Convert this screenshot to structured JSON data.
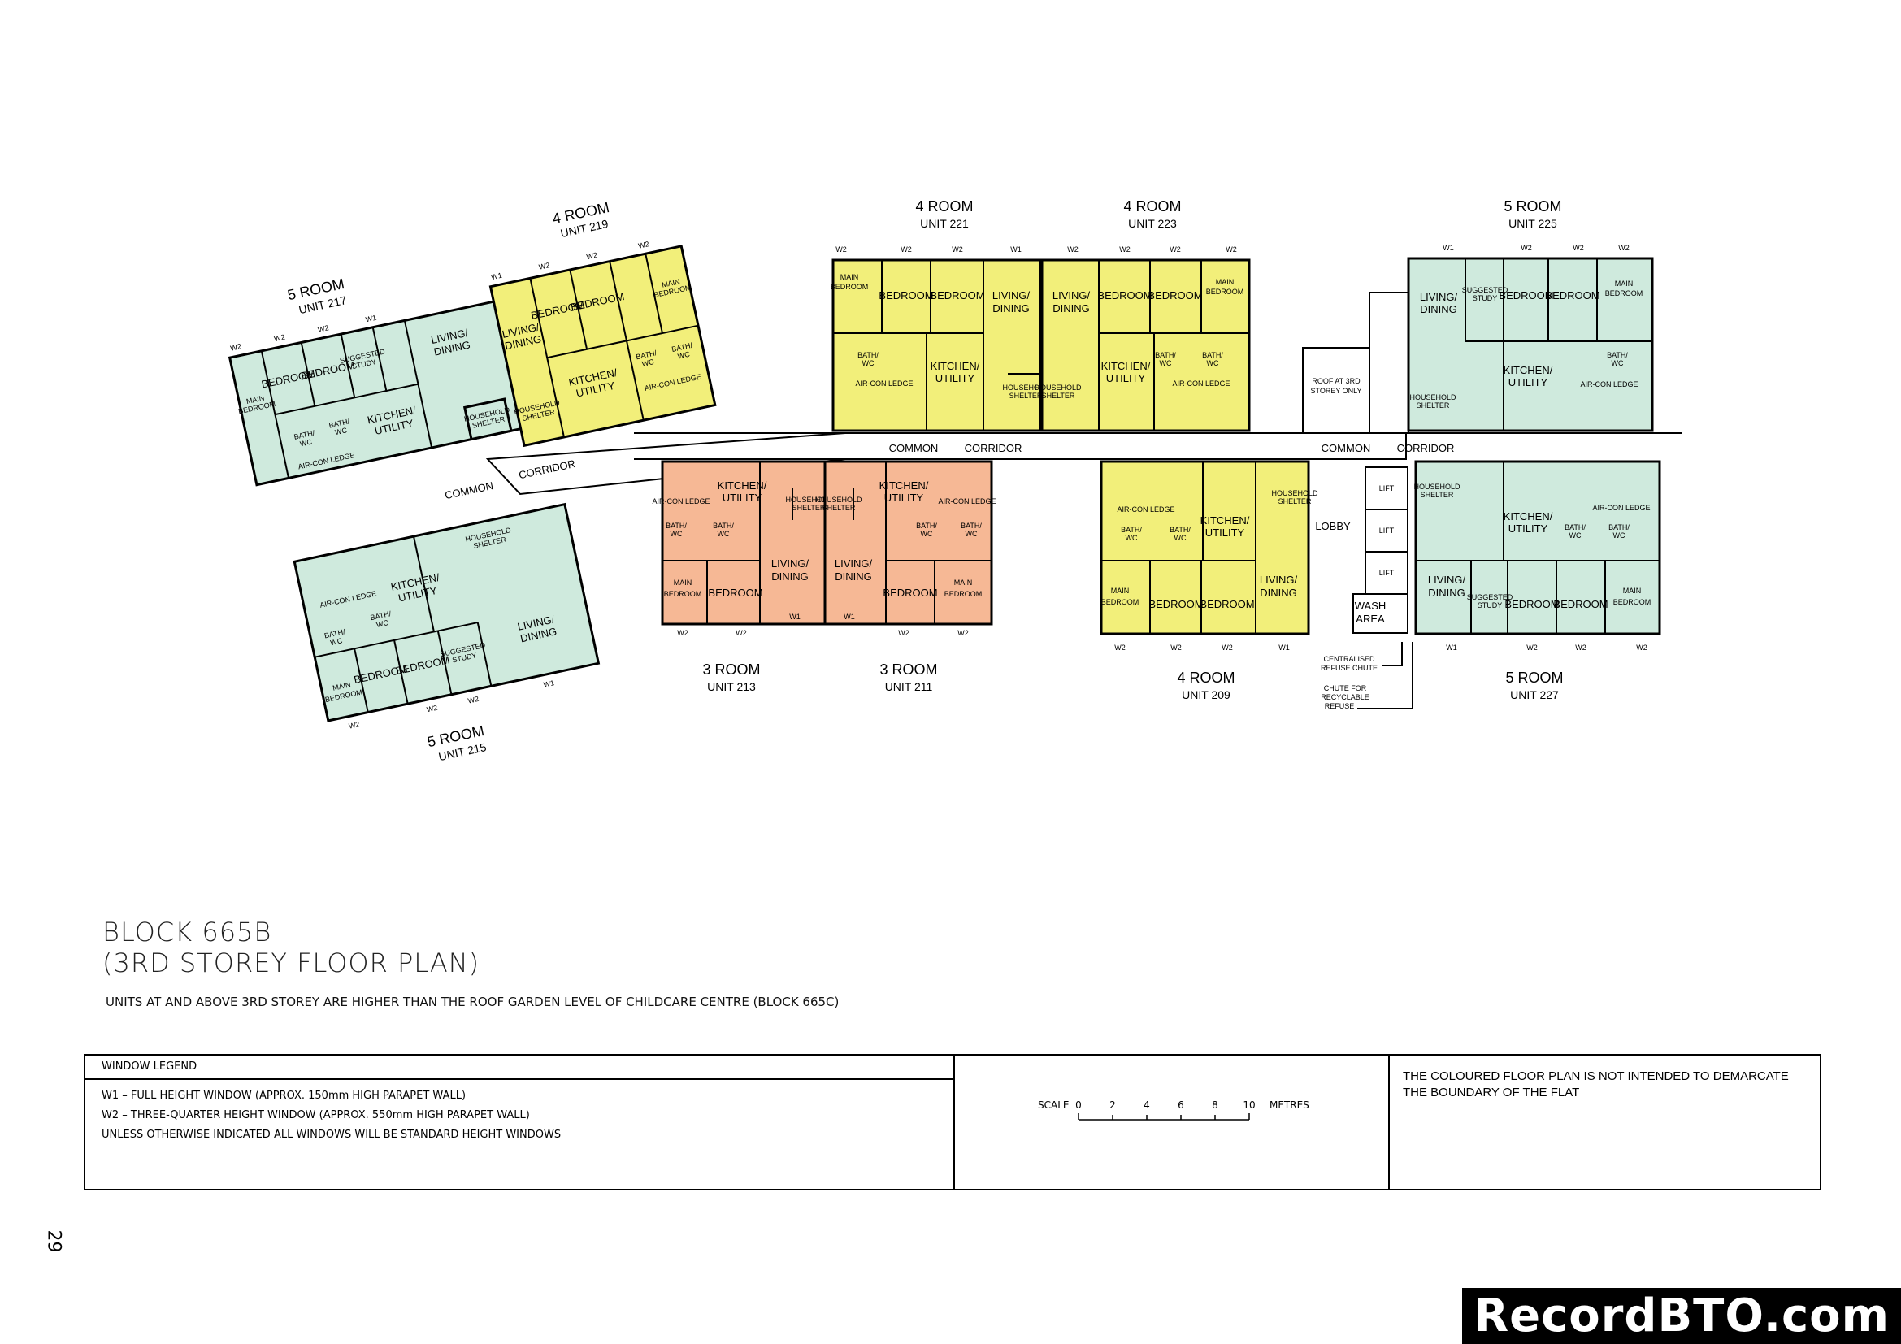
{
  "block": {
    "title": "BLOCK 665B",
    "subtitle": "(3RD STOREY FLOOR PLAN)",
    "note": "UNITS AT AND ABOVE 3RD STOREY ARE HIGHER THAN THE ROOF GARDEN LEVEL OF CHILDCARE CENTRE (BLOCK 665C)"
  },
  "colors": {
    "five_room": "#cfeadd",
    "four_room": "#f2ef7a",
    "three_room": "#f6b895"
  },
  "units": [
    {
      "type": "5 ROOM",
      "unit": "UNIT 217"
    },
    {
      "type": "4 ROOM",
      "unit": "UNIT 219"
    },
    {
      "type": "4 ROOM",
      "unit": "UNIT 221"
    },
    {
      "type": "4 ROOM",
      "unit": "UNIT 223"
    },
    {
      "type": "5 ROOM",
      "unit": "UNIT 225"
    },
    {
      "type": "5 ROOM",
      "unit": "UNIT 215"
    },
    {
      "type": "3 ROOM",
      "unit": "UNIT 213"
    },
    {
      "type": "3 ROOM",
      "unit": "UNIT 211"
    },
    {
      "type": "4 ROOM",
      "unit": "UNIT 209"
    },
    {
      "type": "5 ROOM",
      "unit": "UNIT 227"
    }
  ],
  "rooms": {
    "main_bedroom_1": "MAIN",
    "main_bedroom_2": "BEDROOM",
    "bedroom": "BEDROOM",
    "living_1": "LIVING/",
    "living_2": "DINING",
    "kitchen_1": "KITCHEN/",
    "kitchen_2": "UTILITY",
    "bath_1": "BATH/",
    "bath_2": "WC",
    "study_1": "SUGGESTED",
    "study_2": "STUDY",
    "shelter_1": "HOUSEHOLD",
    "shelter_2": "SHELTER",
    "aircon": "AIR-CON LEDGE",
    "w1": "W1",
    "w2": "W2"
  },
  "common": {
    "common": "COMMON",
    "corridor": "CORRIDOR",
    "lobby": "LOBBY",
    "lift": "LIFT",
    "wash_1": "WASH",
    "wash_2": "AREA",
    "roof_1": "ROOF AT 3RD",
    "roof_2": "STOREY ONLY",
    "chute_1": "CENTRALISED",
    "chute_2": "REFUSE CHUTE",
    "chute_3": "CHUTE FOR",
    "chute_4": "RECYCLABLE",
    "chute_5": "REFUSE"
  },
  "legend": {
    "heading": "WINDOW LEGEND",
    "w1": "W1  –  FULL HEIGHT WINDOW (APPROX. 150mm HIGH PARAPET WALL)",
    "w2": "W2  –  THREE-QUARTER HEIGHT WINDOW (APPROX. 550mm HIGH PARAPET WALL)",
    "standard": "UNLESS OTHERWISE INDICATED ALL WINDOWS WILL BE STANDARD HEIGHT WINDOWS",
    "scale_label": "SCALE",
    "scale_ticks": [
      "0",
      "2",
      "4",
      "6",
      "8",
      "10"
    ],
    "scale_unit": "METRES",
    "disclaimer": "THE COLOURED FLOOR PLAN IS NOT INTENDED TO DEMARCATE THE BOUNDARY OF THE FLAT"
  },
  "page_number": "29",
  "brand": "RecordBTO.com"
}
